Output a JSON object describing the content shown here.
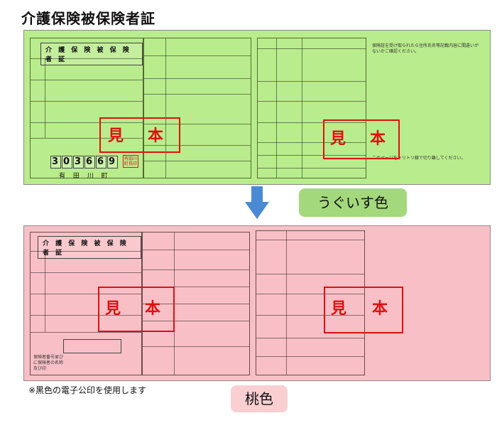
{
  "page": {
    "title": "介護保険被保険者証"
  },
  "card_title": "介 護 保 険 被 保 険 者 証",
  "stamp_label": {
    "left": "見",
    "right": "本"
  },
  "green_card": {
    "insured_number_digits": [
      "3",
      "0",
      "3",
      "6",
      "6",
      "9"
    ],
    "town": "有 田 川 町",
    "seal_text": "有田川町長印",
    "right_note": "保険証を受け取られたら住所氏名等記載内容に間違いがないかご確認ください。",
    "bottom_note": "このページをキリトリ線で切り離してください。"
  },
  "pink_card": {
    "seal_note": "保険者番号並びに保険者の名称及び印"
  },
  "labels": {
    "green": "うぐいす色",
    "pink": "桃色"
  },
  "footnote": "※黒色の電子公印を使用します",
  "colors": {
    "green_card": "#b9ec8c",
    "pink_card": "#f8c0c6",
    "stamp": "#e01010",
    "arrow": "#4a8ad4",
    "green_label_bg": "#a4d87c",
    "pink_label_bg": "#f9cfd2"
  },
  "icons": {
    "arrow": "arrow-down-icon"
  }
}
